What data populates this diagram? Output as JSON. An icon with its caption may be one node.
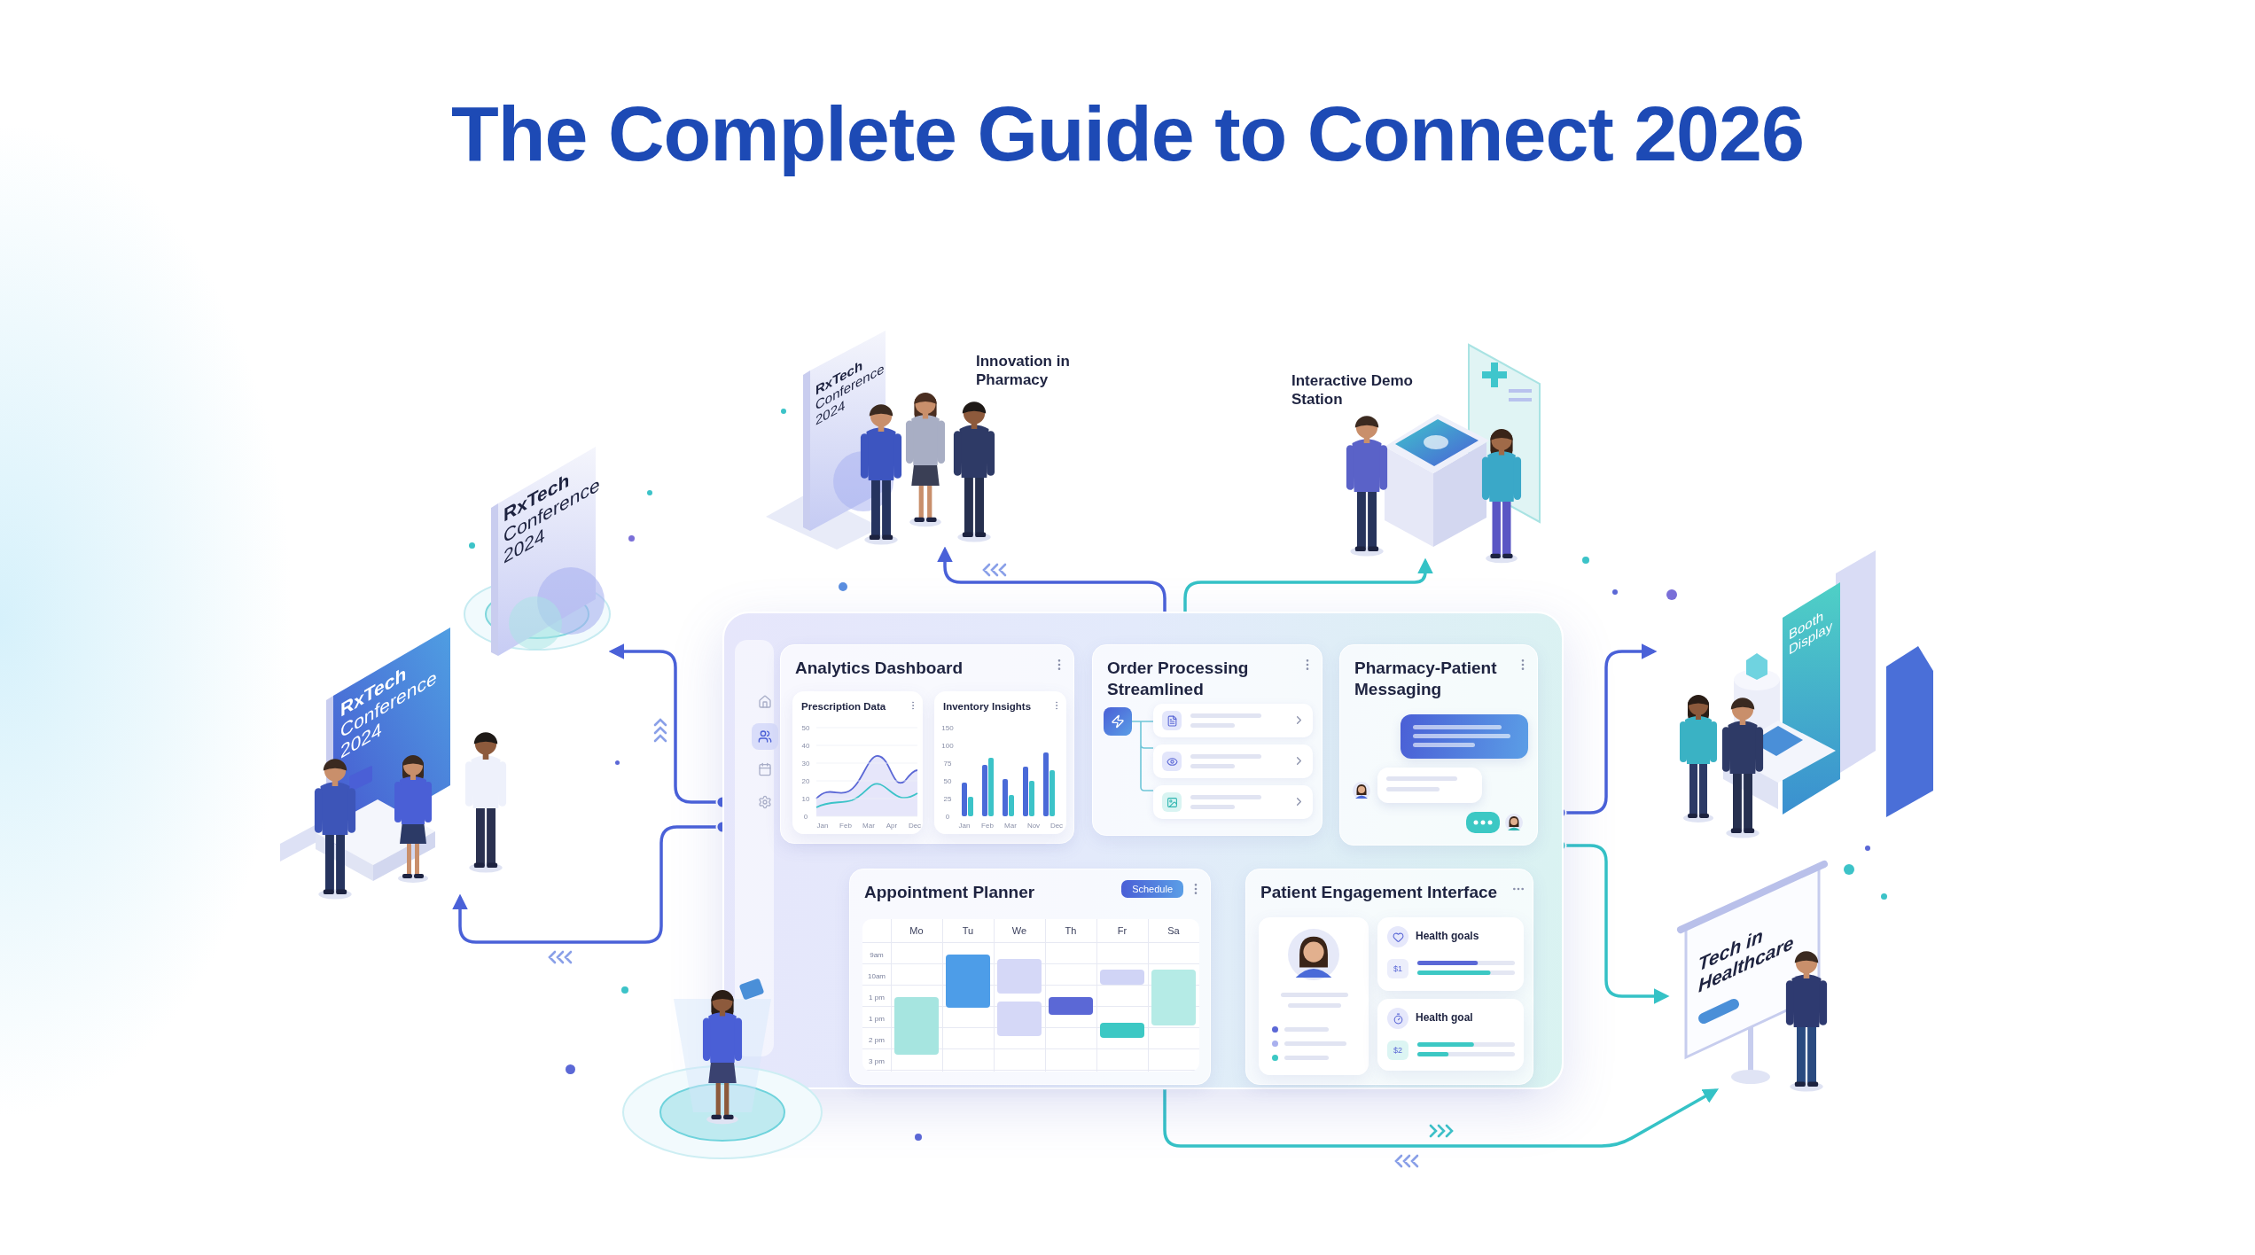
{
  "diagram": {
    "title": "The Complete Guide to Connect 2026",
    "nodes": [
      {
        "text": [],
        "shape": "box"
      },
      {
        "text": [
          "Analytics Dashboard"
        ],
        "in": 0
      },
      {
        "text": [
          "Prescription Data"
        ],
        "in": 1
      },
      {
        "text": [
          "Inventory Insights"
        ],
        "in": 1
      },
      {
        "text": [
          "Order Processing Streamlined"
        ],
        "in": 0
      },
      {
        "text": [
          "Pharmacy-Patient Messaging"
        ],
        "in": 0
      },
      {
        "text": [
          "Appointment Planner"
        ],
        "in": 0
      },
      {
        "text": [
          "Patient Engagement Interface"
        ],
        "in": 0
      },
      {
        "text": [
          "Health goals"
        ],
        "in": 7
      },
      {
        "text": [
          "Health goal"
        ],
        "in": 7
      },
      {
        "text": [
          "**RxTech** Conference 2024"
        ]
      },
      {
        "text": [
          "**RxTech** Conference 2024"
        ]
      },
      {
        "text": [
          "**RxTech** Conference 2024"
        ],
        "beside": [
          "Innovation in Pharmacy"
        ]
      },
      {
        "text": [
          "Interactive Demo Station"
        ]
      },
      {
        "text": [
          "Booth Display"
        ]
      },
      {
        "text": [
          "Tech in Healthcare"
        ]
      }
    ],
    "edges": [
      {
        "from": 0,
        "to": 10,
        "arrow": "to"
      },
      {
        "from": 0,
        "to": 11,
        "arrow": "to"
      },
      {
        "from": 4,
        "to": 12,
        "arrow": "to"
      },
      {
        "from": 4,
        "to": 13,
        "arrow": "to",
        "color": "#35c2c6"
      },
      {
        "from": 0,
        "to": 14,
        "arrow": "to"
      },
      {
        "from": 0,
        "to": 15,
        "arrow": "to",
        "color": "#35c2c6"
      },
      {
        "from": 6,
        "to": 15,
        "arrow": "to",
        "color": "#35c2c6"
      }
    ],
    "labels": [
      "50",
      "40",
      "30",
      "20",
      "10",
      "0",
      "Jan",
      "Feb",
      "Mar",
      "Apr",
      "Dec",
      "150",
      "100",
      "75",
      "50",
      "25",
      "0",
      "Jan",
      "Feb",
      "Mar",
      "Nov",
      "Dec",
      "Schedule",
      "Mo",
      "Tu",
      "We",
      "Th",
      "Fr",
      "Sa",
      "9am",
      "10am",
      "1 pm",
      "1 pm",
      "2 pm",
      "3 pm",
      "$1",
      "$2"
    ]
  }
}
